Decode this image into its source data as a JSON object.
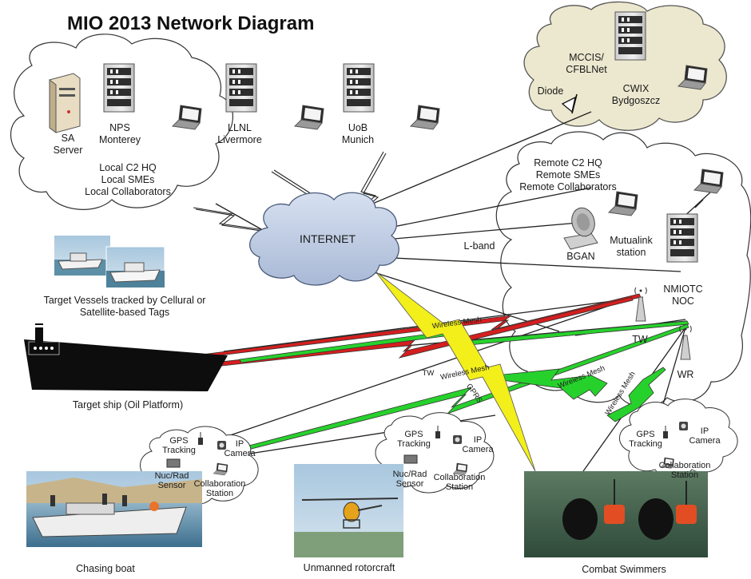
{
  "title": "MIO 2013 Network Diagram",
  "local_site": {
    "sa_server": [
      "SA",
      "Server"
    ],
    "nps": [
      "NPS",
      "Monterey"
    ],
    "description": [
      "Local C2 HQ",
      "Local SMEs",
      "Local Collaborators"
    ]
  },
  "llnl": [
    "LLNL",
    "Livermore"
  ],
  "uob": [
    "UoB",
    "Munich"
  ],
  "mccis": [
    "MCCIS/",
    "CFBLNet"
  ],
  "diode": "Diode",
  "cwix": [
    "CWIX",
    "Bydgoszcz"
  ],
  "remote_site": {
    "description": [
      "Remote C2 HQ",
      "Remote SMEs",
      "Remote Collaborators"
    ],
    "lband": "L-band",
    "bgan": "BGAN",
    "mutualink": [
      "Mutualink",
      "station"
    ],
    "nmiotc": [
      "NMIOTC",
      "NOC"
    ],
    "tw_tower": "TW",
    "wr_tower": "WR"
  },
  "internet": "INTERNET",
  "target_vessels_caption": [
    "Target Vessels tracked by Cellural or",
    "Satellite-based Tags"
  ],
  "target_ship_caption": "Target ship (Oil Platform)",
  "link_labels": {
    "wireless_mesh_top": "Wireless Mesh",
    "tw_left": "TW",
    "wireless_mesh_mid": "Wireless Mesh",
    "gprs": "GPRS",
    "wireless_mesh_right1": "Wireless Mesh",
    "wireless_mesh_right2": "Wireless Mesh"
  },
  "sensor_cloud_labels": {
    "gps": [
      "GPS",
      "Tracking"
    ],
    "ip": [
      "IP",
      "Camera"
    ],
    "nucrad": [
      "Nuc/Rad",
      "Sensor"
    ],
    "collab": [
      "Collaboration",
      "Station"
    ]
  },
  "captions": {
    "chasing_boat": "Chasing boat",
    "rotorcraft": "Unmanned rotorcraft",
    "swimmers": "Combat Swimmers"
  },
  "colors": {
    "red_link": "#d51e1e",
    "green_link": "#27d12c",
    "yellow_link": "#f2ef1a",
    "internet_cloud": "#b9c7e0",
    "cwix_cloud": "#ece8cf"
  }
}
